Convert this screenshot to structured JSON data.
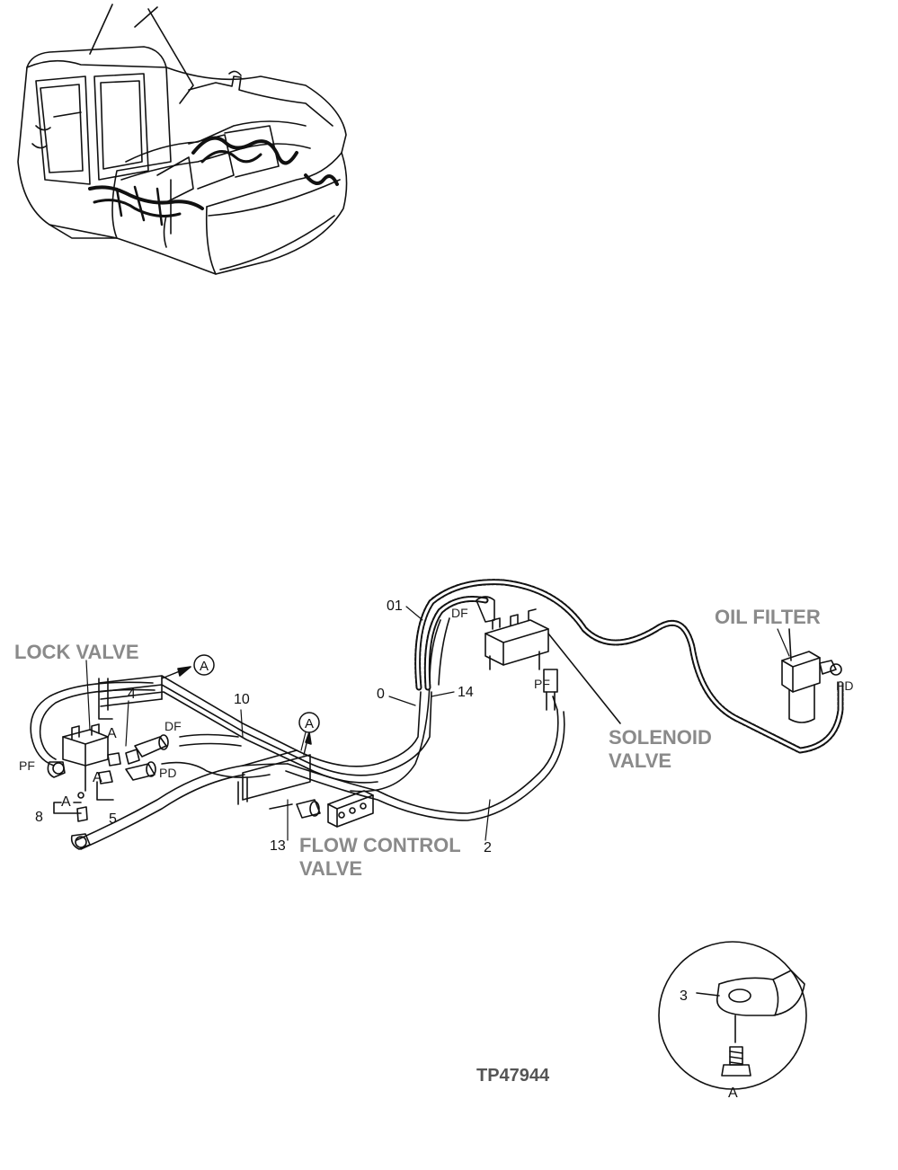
{
  "labels": {
    "lock_valve": "LOCK VALVE",
    "oil_filter": "OIL FILTER",
    "solenoid_line1": "SOLENOID",
    "solenoid_line2": "VALVE",
    "flow_control_line1": "FLOW CONTROL",
    "flow_control_line2": "VALVE"
  },
  "port_labels": {
    "df_left": "DF",
    "pd_left": "PD",
    "pf_left": "PF",
    "df_top": "DF",
    "pf_mid": "PF",
    "pd_right": "PD"
  },
  "callouts": {
    "c01": "01",
    "c0": "0",
    "c14": "14",
    "c10": "10",
    "c4": "4",
    "c5": "5",
    "c8": "8",
    "c13": "13",
    "c2": "2",
    "c3": "3"
  },
  "view_refs": {
    "a_circle_1": "A",
    "a_circle_2": "A",
    "a_bracket_4": "A",
    "a_bracket_5": "A",
    "a_bracket_8": "A",
    "a_detail": "A"
  },
  "figure_code": "TP47944"
}
